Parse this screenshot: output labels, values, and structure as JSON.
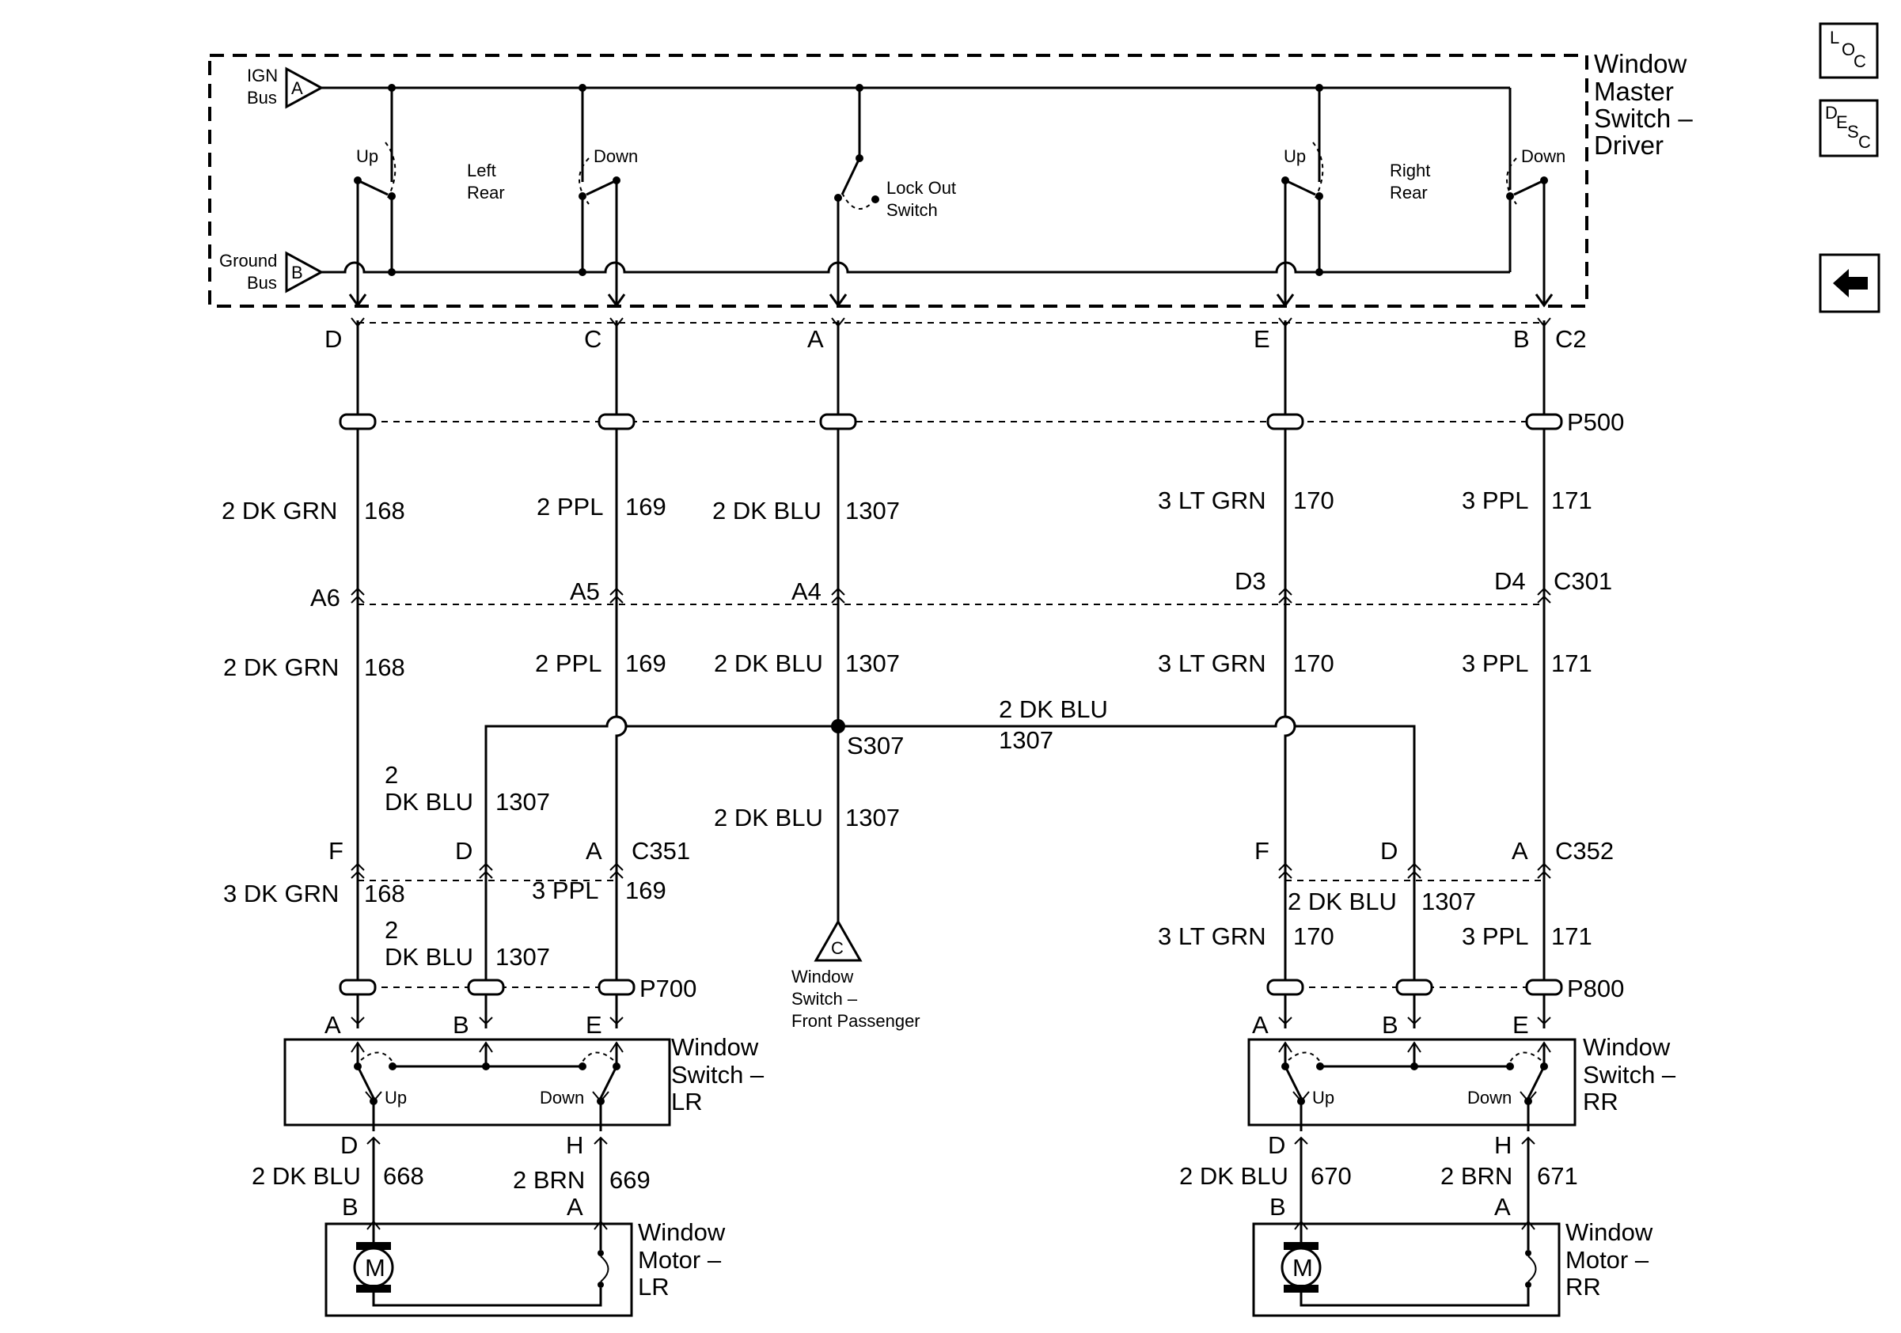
{
  "nav": {
    "loc": [
      "L",
      "O",
      "C"
    ],
    "desc": [
      "D",
      "E",
      "S",
      "C"
    ],
    "back_icon": "left-arrow-icon"
  },
  "master": {
    "title": [
      "Window",
      "Master",
      "Switch –",
      "Driver"
    ],
    "ign_bus": [
      "IGN",
      "Bus"
    ],
    "ign_pin": "A",
    "ground_bus": [
      "Ground",
      "Bus"
    ],
    "ground_pin": "B",
    "left_rear": [
      "Left",
      "Rear"
    ],
    "right_rear": [
      "Right",
      "Rear"
    ],
    "lockout": [
      "Lock Out",
      "Switch"
    ],
    "up": "Up",
    "down": "Down"
  },
  "c2": {
    "name": "C2",
    "pins": [
      "D",
      "C",
      "A",
      "E",
      "B"
    ]
  },
  "p500": "P500",
  "wires_upper": [
    {
      "color": "2 DK GRN",
      "circuit": "168"
    },
    {
      "color": "2 PPL",
      "circuit": "169"
    },
    {
      "color": "2 DK BLU",
      "circuit": "1307"
    },
    {
      "color": "3 LT GRN",
      "circuit": "170"
    },
    {
      "color": "3 PPL",
      "circuit": "171"
    }
  ],
  "c301": {
    "name": "C301",
    "pins": [
      "A6",
      "A5",
      "A4",
      "D3",
      "D4"
    ]
  },
  "wires_mid": [
    {
      "color": "2 DK GRN",
      "circuit": "168"
    },
    {
      "color": "2 PPL",
      "circuit": "169"
    },
    {
      "color": "2 DK BLU",
      "circuit": "1307"
    },
    {
      "color": "3 LT GRN",
      "circuit": "170"
    },
    {
      "color": "3 PPL",
      "circuit": "171"
    }
  ],
  "splice": {
    "name": "S307",
    "branch_color": "2 DK BLU",
    "branch_circuit": "1307"
  },
  "lr_branch": {
    "color": [
      "2",
      "DK BLU"
    ],
    "circuit": "1307"
  },
  "s307_down": {
    "color": "2 DK BLU",
    "circuit": "1307"
  },
  "passenger": {
    "pin": "C",
    "label": [
      "Window",
      "Switch –",
      "Front Passenger"
    ]
  },
  "c351": {
    "name": "C351",
    "pins": [
      "F",
      "D",
      "A"
    ]
  },
  "c352": {
    "name": "C352",
    "pins": [
      "F",
      "D",
      "A"
    ]
  },
  "wires_lr_low": [
    {
      "color": "3 DK GRN",
      "circuit": "168"
    },
    {
      "color": [
        "2",
        "DK BLU"
      ],
      "circuit": "1307"
    },
    {
      "color": "3 PPL",
      "circuit": "169"
    }
  ],
  "wires_rr_low": [
    {
      "color": "3 LT GRN",
      "circuit": "170"
    },
    {
      "color": "2 DK BLU",
      "circuit": "1307"
    },
    {
      "color": "3 PPL",
      "circuit": "171"
    }
  ],
  "p700": "P700",
  "p800": "P800",
  "switch_lr": {
    "pins": [
      "A",
      "B",
      "E"
    ],
    "title": [
      "Window",
      "Switch –",
      "LR"
    ],
    "up": "Up",
    "down": "Down",
    "out_pins": [
      "D",
      "H"
    ]
  },
  "switch_rr": {
    "pins": [
      "A",
      "B",
      "E"
    ],
    "title": [
      "Window",
      "Switch –",
      "RR"
    ],
    "up": "Up",
    "down": "Down",
    "out_pins": [
      "D",
      "H"
    ]
  },
  "motor_wires_lr": [
    {
      "color": "2 DK BLU",
      "circuit": "668"
    },
    {
      "color": "2 BRN",
      "circuit": "669"
    }
  ],
  "motor_wires_rr": [
    {
      "color": "2 DK BLU",
      "circuit": "670"
    },
    {
      "color": "2 BRN",
      "circuit": "671"
    }
  ],
  "motor_lr": {
    "pins": [
      "B",
      "A"
    ],
    "title": [
      "Window",
      "Motor –",
      "LR"
    ],
    "symbol": "M"
  },
  "motor_rr": {
    "pins": [
      "B",
      "A"
    ],
    "title": [
      "Window",
      "Motor –",
      "RR"
    ],
    "symbol": "M"
  }
}
